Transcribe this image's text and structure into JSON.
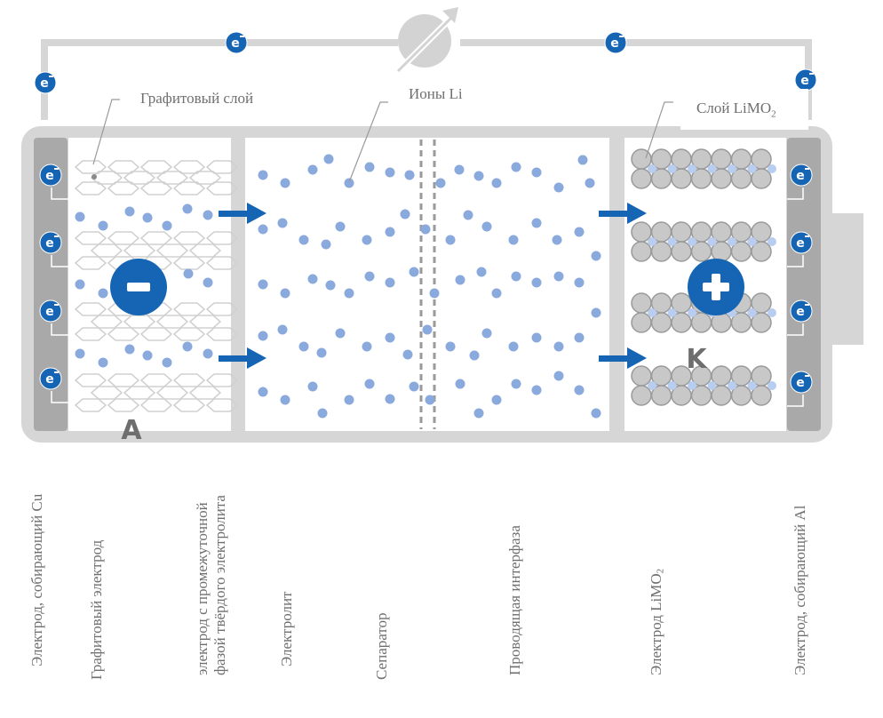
{
  "title": "Литий-ионный аккумулятор: разряд",
  "callouts": {
    "graphite_layer": "Графитовый слой",
    "li_ions": "Ионы Li",
    "limo2_layer_prefix": "Слой LiMO",
    "limo2_layer_sub": "2"
  },
  "electrode_letters": {
    "anode": "A",
    "cathode": "K"
  },
  "symbols": {
    "electron": "e",
    "electron_charge": "−",
    "anode_sign": "−",
    "cathode_sign": "+"
  },
  "bottom_labels": [
    {
      "text": "Электрод, собирающий Cu"
    },
    {
      "text": "Графитовый электрод"
    },
    {
      "line1": "электрод с промежуточной",
      "line2": "фазой твёрдого электролита"
    },
    {
      "text": "Электролит"
    },
    {
      "text": "Сепаратор"
    },
    {
      "text": "Проводящая интерфаза"
    },
    {
      "prefix": "Электрод LiMO",
      "sub": "2"
    },
    {
      "text": "Электрод, собирающий Al"
    }
  ],
  "colors": {
    "frame": "#d6d6d6",
    "collector": "#a9a9a9",
    "electron": "#1565b4",
    "ion": "#8aa9dd",
    "arrow": "#1565b4",
    "atom": "#c8c8c8",
    "text": "#6f6f6f"
  },
  "icons": {
    "load": "variable-resistor-icon",
    "electron": "electron-icon",
    "arrow": "right-arrow-icon"
  }
}
